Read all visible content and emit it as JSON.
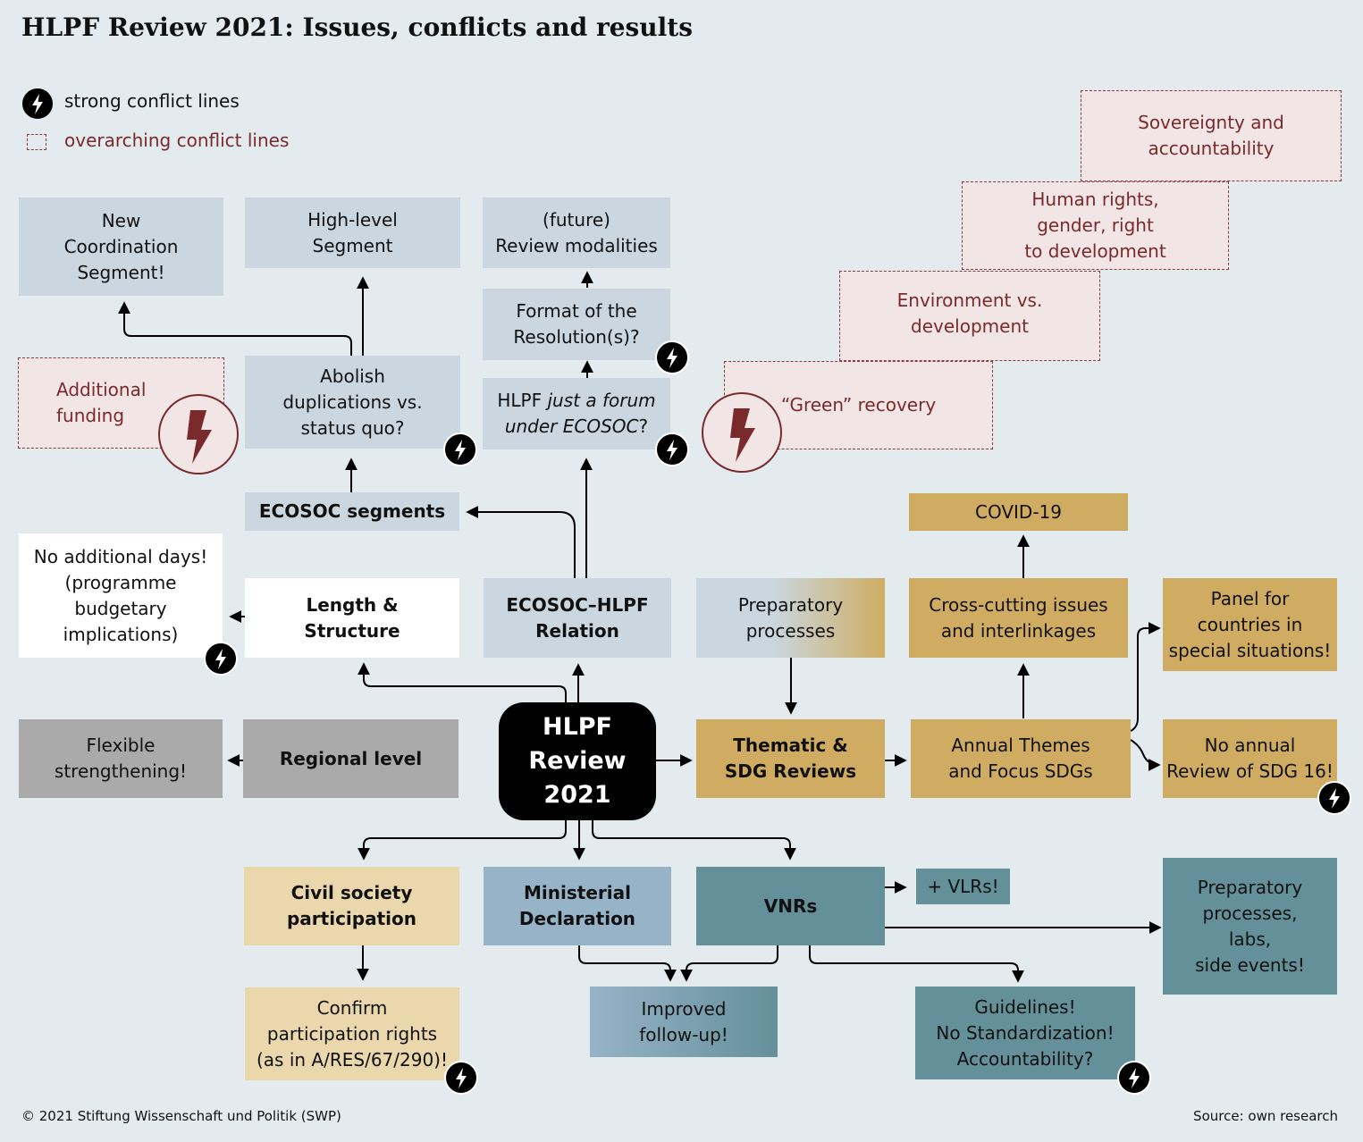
{
  "title": "HLPF Review 2021: Issues, conflicts and results",
  "legend": {
    "strong": "strong conflict lines",
    "overarching": "overarching conflict lines"
  },
  "nodes": {
    "new_coordination": "New\nCoordination\nSegment!",
    "high_level": "High-level\nSegment",
    "future_review": "(future)\nReview modalities",
    "format_resolution": "Format of the\nResolution(s)?",
    "sovereignty": "Sovereignty and\naccountability",
    "human_rights": "Human rights,\ngender, right\nto development",
    "environment": "Environment vs.\ndevelopment",
    "green_recovery": "“Green” recovery",
    "additional_funding": "Additional\nfunding",
    "abolish": "Abolish\nduplications vs.\nstatus quo?",
    "forum_plain": "HLPF ",
    "forum_italic1": "just a forum",
    "forum_italic2": "under ECOSOC",
    "forum_q": "?",
    "ecosoc_segments": "ECOSOC segments",
    "covid": "COVID-19",
    "no_days": "No additional days!\n(programme\nbudgetary\nimplications)",
    "length_structure": "Length &\nStructure",
    "ecosoc_hlpf": "ECOSOC–HLPF\nRelation",
    "preparatory": "Preparatory\nprocesses",
    "cross_cutting": "Cross-cutting issues\nand interlinkages",
    "panel": "Panel for\ncountries in\nspecial situations!",
    "flexible": "Flexible\nstrengthening!",
    "regional": "Regional level",
    "hlpf_review": "HLPF\nReview\n2021",
    "thematic": "Thematic &\nSDG Reviews",
    "annual": "Annual Themes\nand Focus SDGs",
    "no_annual": "No annual\nReview of SDG 16!",
    "civil": "Civil society\nparticipation",
    "ministerial": "Ministerial\nDeclaration",
    "vnrs": "VNRs",
    "vlrs": "+ VLRs!",
    "prep_labs": "Preparatory\nprocesses,\nlabs,\nside events!",
    "confirm": "Confirm\nparticipation rights\n(as in A/RES/67/290)!",
    "improved": "Improved\nfollow-up!",
    "guidelines": "Guidelines!\nNo Standardization!\nAccountability?"
  },
  "footer": {
    "copyright": "© 2021 Stiftung Wissenschaft und Politik (SWP)",
    "source": "Source: own research"
  },
  "colors": {
    "blue": "#cad7e0",
    "gold": "#cfac62",
    "cream": "#ead7ac",
    "steel": "#97b3c7",
    "teal": "#64909a",
    "grey": "#aaaaaa",
    "conflict": "#7b2a2c",
    "conflict_bg": "#f1e5e6"
  },
  "icons": {
    "strong": "lightning-bolt-icon",
    "overarching": "dashed-square-icon"
  }
}
